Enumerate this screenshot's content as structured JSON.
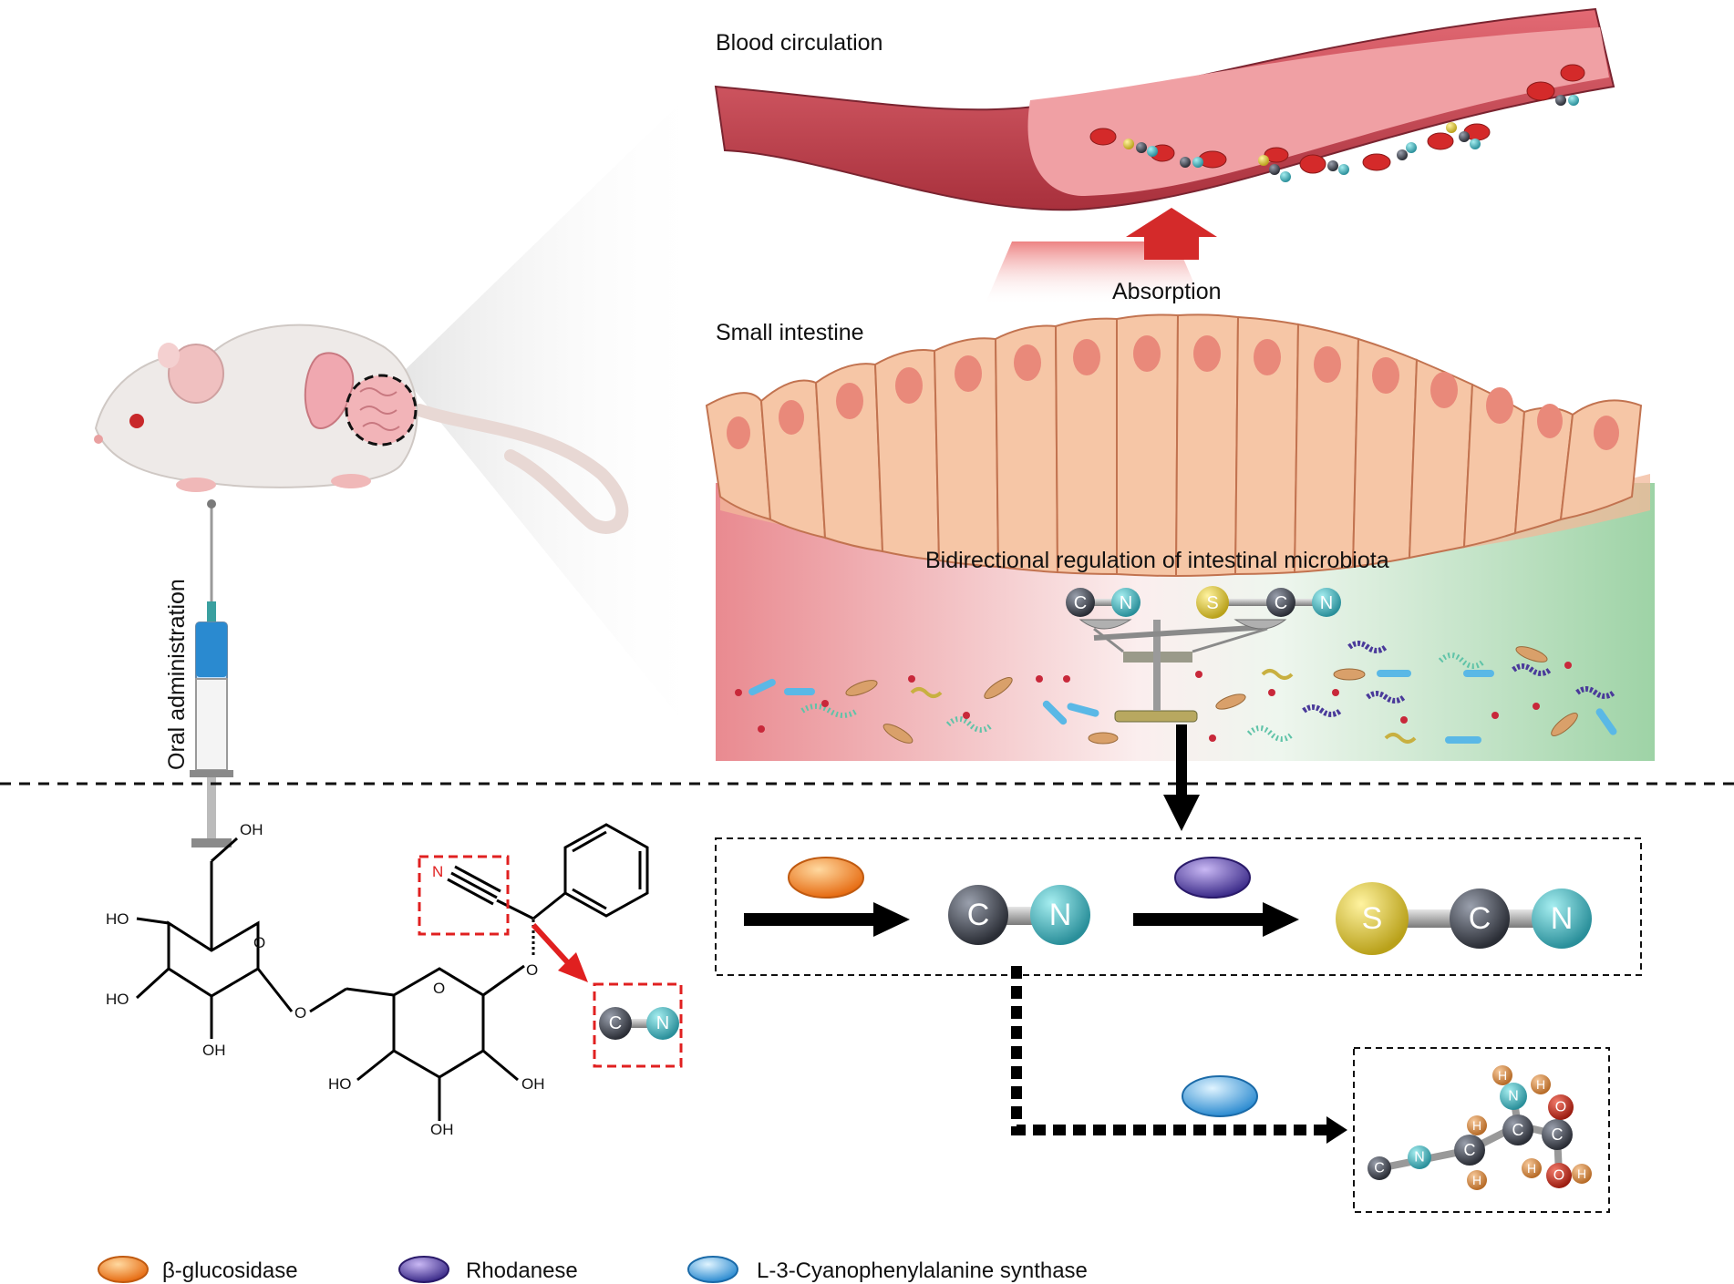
{
  "labels": {
    "blood_circulation": "Blood circulation",
    "absorption": "Absorption",
    "small_intestine": "Small intestine",
    "microbiota_regulation": "Bidirectional regulation of intestinal microbiota",
    "oral_administration": "Oral administration"
  },
  "atoms": {
    "carbon": "C",
    "nitrogen": "N",
    "sulfur": "S",
    "hydrogen": "H",
    "oxygen": "O"
  },
  "chem_groups": {
    "hydroxyl_left": "OH",
    "hydroxyl_right": "HO",
    "ring_oxygen": "O"
  },
  "legend": [
    {
      "label": "β-glucosidase",
      "color": "#f08a2e"
    },
    {
      "label": "Rhodanese",
      "color": "#5a4aa8"
    },
    {
      "label": "L-3-Cyanophenylalanine synthase",
      "color": "#4aa8e0"
    }
  ],
  "colors": {
    "vessel": "#c8505a",
    "blood_cell": "#d42a2a",
    "cell_body": "#f6c6a6",
    "nucleus": "#e9897a",
    "red_arrow": "#e02020",
    "highlight_box": "#e02020"
  }
}
